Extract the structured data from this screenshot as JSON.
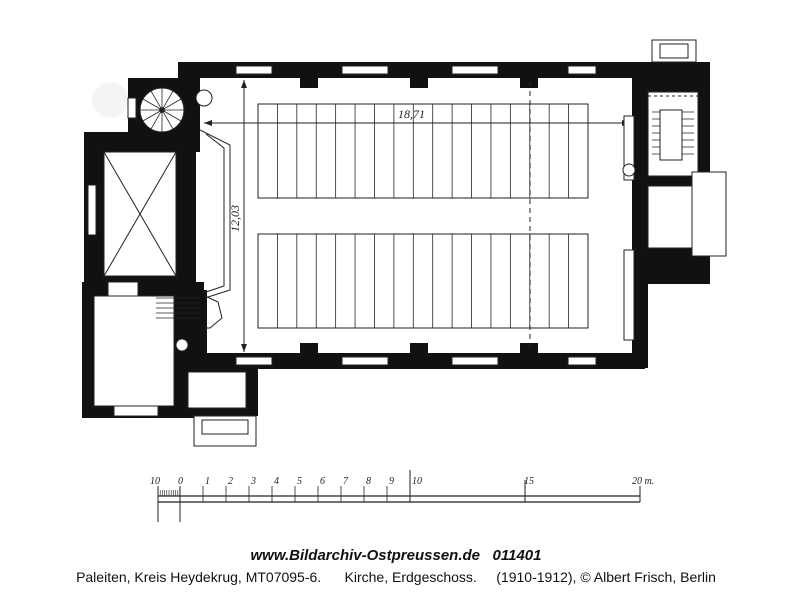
{
  "plan": {
    "dimension_width": "18,71",
    "dimension_depth": "12,03"
  },
  "scale": {
    "labels": [
      "1",
      "2",
      "3",
      "4",
      "5",
      "6",
      "7",
      "8",
      "9",
      "10",
      "15",
      "20 m."
    ],
    "start_label": "10",
    "zero_label": "0"
  },
  "watermark": {
    "site": "www.Bildarchiv-Ostpreussen.de",
    "id": "011401"
  },
  "caption": {
    "place": "Paleiten, Kreis Heydekrug, MT07095-6.",
    "subject": "Kirche, Erdgeschoss.",
    "date_credit": "(1910-1912), © Albert Frisch, Berlin"
  }
}
